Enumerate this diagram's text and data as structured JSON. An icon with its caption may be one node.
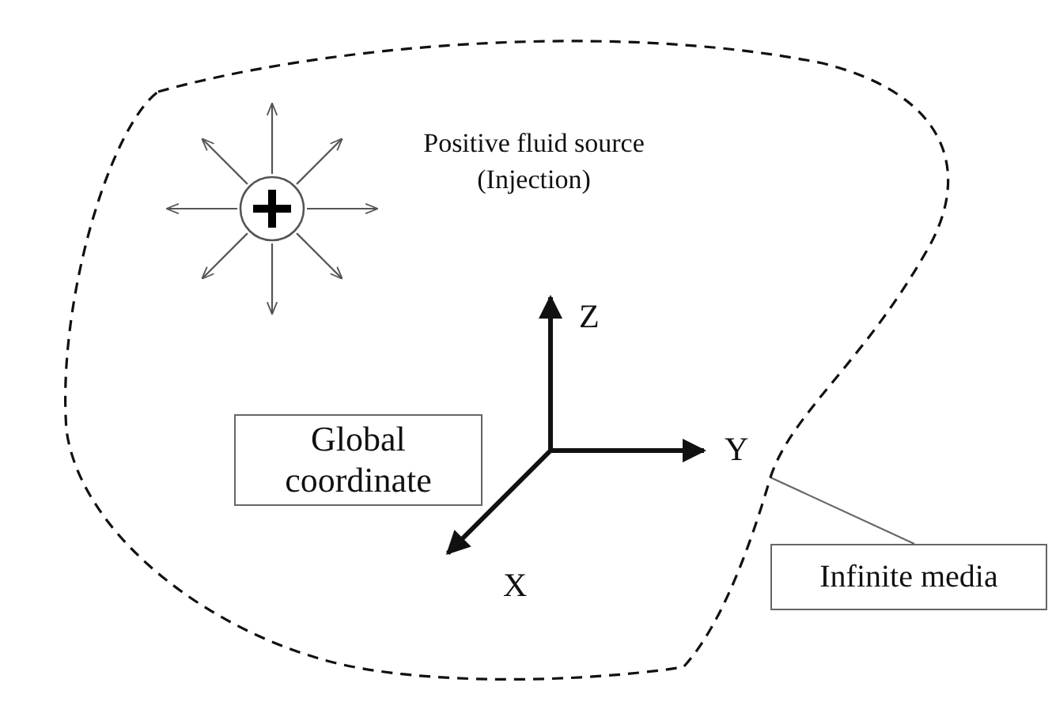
{
  "diagram": {
    "nodes": [
      {
        "text": [],
        "shape": "cloud"
      },
      {
        "text": [],
        "shape": "circle",
        "in": 0
      },
      {
        "text": [
          "Global coordinate"
        ],
        "in": 0
      },
      {
        "text": [
          "Infinite media"
        ]
      }
    ],
    "edges": [
      {
        "from": 3,
        "to": 0,
        "arrow": "none"
      }
    ],
    "labels": [
      "Positive fluid source (Injection)",
      "Z",
      "Y",
      "X"
    ]
  }
}
